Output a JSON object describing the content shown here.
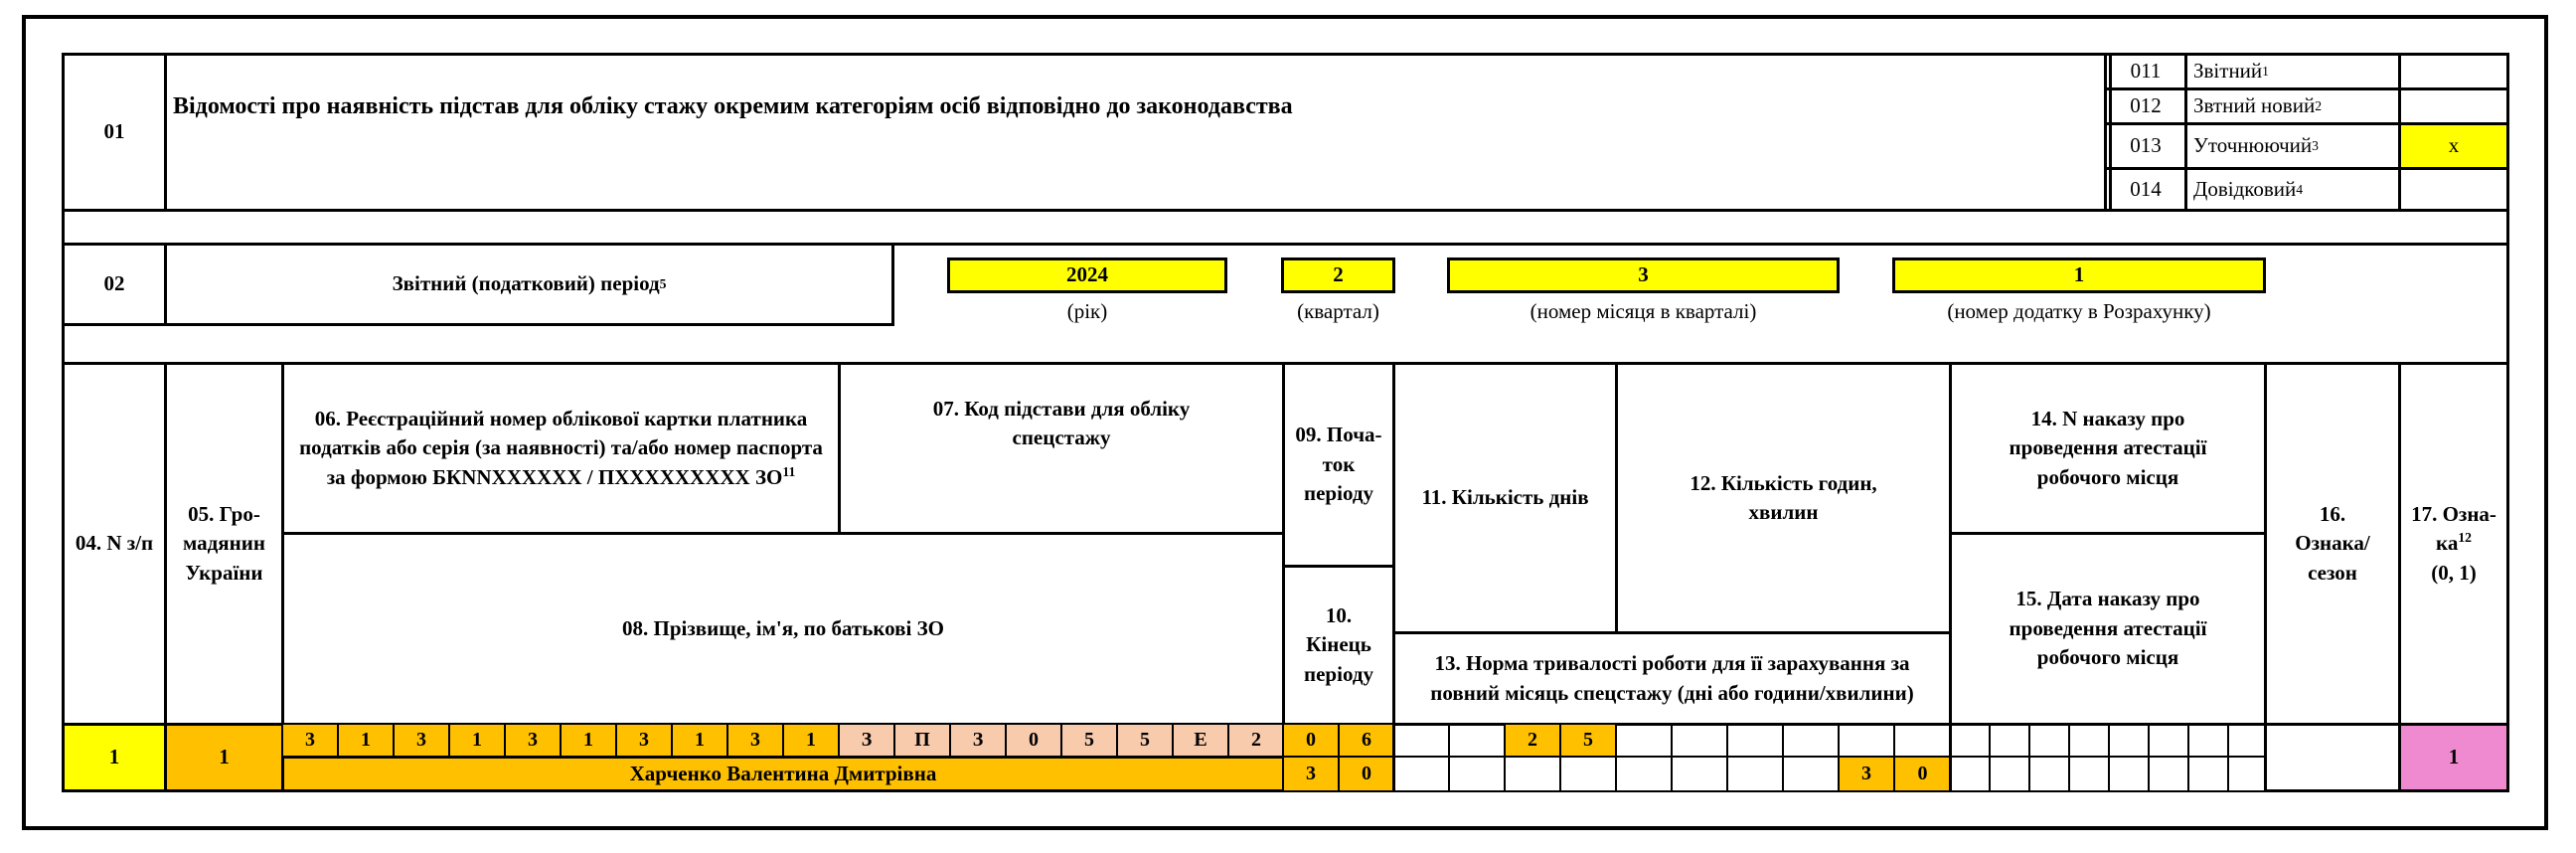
{
  "header": {
    "code": "01",
    "title": "Відомості про наявність підстав для обліку стажу окремим категоріям осіб відповідно до законодавства",
    "types": [
      {
        "code": "011",
        "label": "Звітний",
        "sup": "1",
        "mark": ""
      },
      {
        "code": "012",
        "label": "Звтний новий",
        "sup": "2",
        "mark": ""
      },
      {
        "code": "013",
        "label": "Уточнюючий",
        "sup": "3",
        "mark": "x"
      },
      {
        "code": "014",
        "label": "Довідковий",
        "sup": "4",
        "mark": ""
      }
    ]
  },
  "period": {
    "code": "02",
    "label": "Звітний (податковий) період",
    "sup": "5",
    "year": {
      "value": "2024",
      "caption": "(рік)"
    },
    "quarter": {
      "value": "2",
      "caption": "(квартал)"
    },
    "month": {
      "value": "3",
      "caption": "(номер місяця в кварталі)"
    },
    "appendix": {
      "value": "1",
      "caption": "(номер додатку в Розрахунку)"
    }
  },
  "columns": {
    "c04": "04. N з/п",
    "c05": "05. Гро-мадянин України",
    "c06": "06. Реєстраційний номер облікової картки платника податків або серія (за наявності)  та/або номер паспорта за формою БКNNXXXXXX / ПXXXXXXXXX ЗО",
    "c06_sup": "11",
    "c07": "07. Код підстави для обліку спецстажу",
    "c08": "08. Прізвище, ім'я, по батькові ЗО",
    "c09": "09. Поча-ток періоду",
    "c10": "10. Кінець періоду",
    "c11": "11. Кількість днів",
    "c12": "12. Кількість годин, хвилин",
    "c13": "13. Норма тривалості роботи для її зарахування за повний місяць спецстажу (дні або години/хвилини)",
    "c14": "14. N наказу про проведення атестації робочого місця",
    "c15": "15. Дата наказу про проведення атестації робочого місця",
    "c16": "16. Ознака/ сезон",
    "c17": "17. Озна-ка",
    "c17_sup": "12",
    "c17_extra": "(0, 1)"
  },
  "row": {
    "n": "1",
    "citizen": "1",
    "taxid_chars": [
      "3",
      "1",
      "3",
      "1",
      "3",
      "1",
      "3",
      "1",
      "3",
      "1"
    ],
    "code_chars": [
      "З",
      "П",
      "З",
      "0",
      "5",
      "5",
      "Е",
      "2"
    ],
    "name": "Харченко Валентина Дмитрівна",
    "start": [
      "0",
      "6"
    ],
    "end": [
      "3",
      "0"
    ],
    "days": [
      "2",
      "5"
    ],
    "norm": [
      "3",
      "0"
    ],
    "flag": "1"
  }
}
